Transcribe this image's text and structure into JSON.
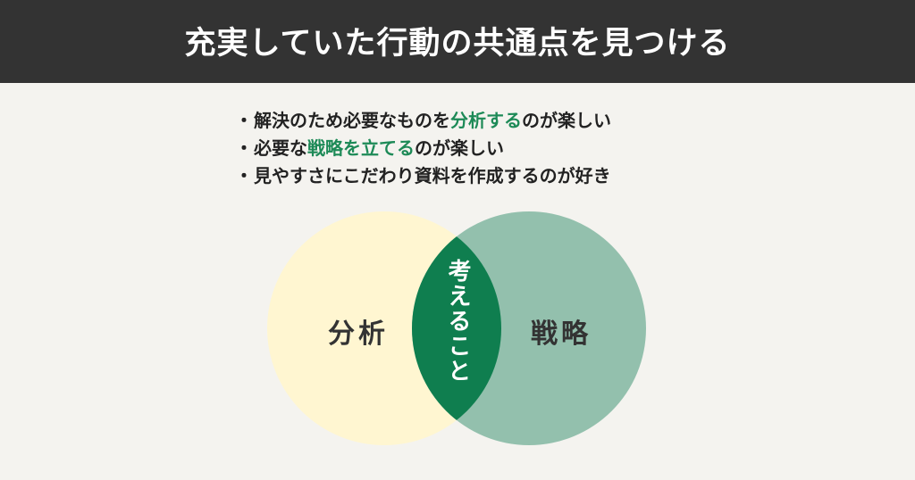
{
  "header": {
    "title": "充実していた行動の共通点を見つける",
    "background": "#333333"
  },
  "bullets": [
    {
      "marker": "・",
      "before": "解決のため必要なものを",
      "highlight": "分析する",
      "after": "のが楽しい"
    },
    {
      "marker": "・",
      "before": "必要な",
      "highlight": "戦略を立てる",
      "after": "のが楽しい"
    },
    {
      "marker": "・",
      "before": "見やすさにこだわり資料を作成するのが好き",
      "highlight": "",
      "after": ""
    }
  ],
  "venn": {
    "left": {
      "label": "分析",
      "color": "#fff6d1"
    },
    "right": {
      "label": "戦略",
      "color": "#93c0ad"
    },
    "intersection": {
      "label": "考えること",
      "color": "#0f7e4f"
    }
  },
  "colors": {
    "background": "#f4f3ef",
    "highlight_text": "#1d8a57",
    "body_text": "#222222"
  }
}
